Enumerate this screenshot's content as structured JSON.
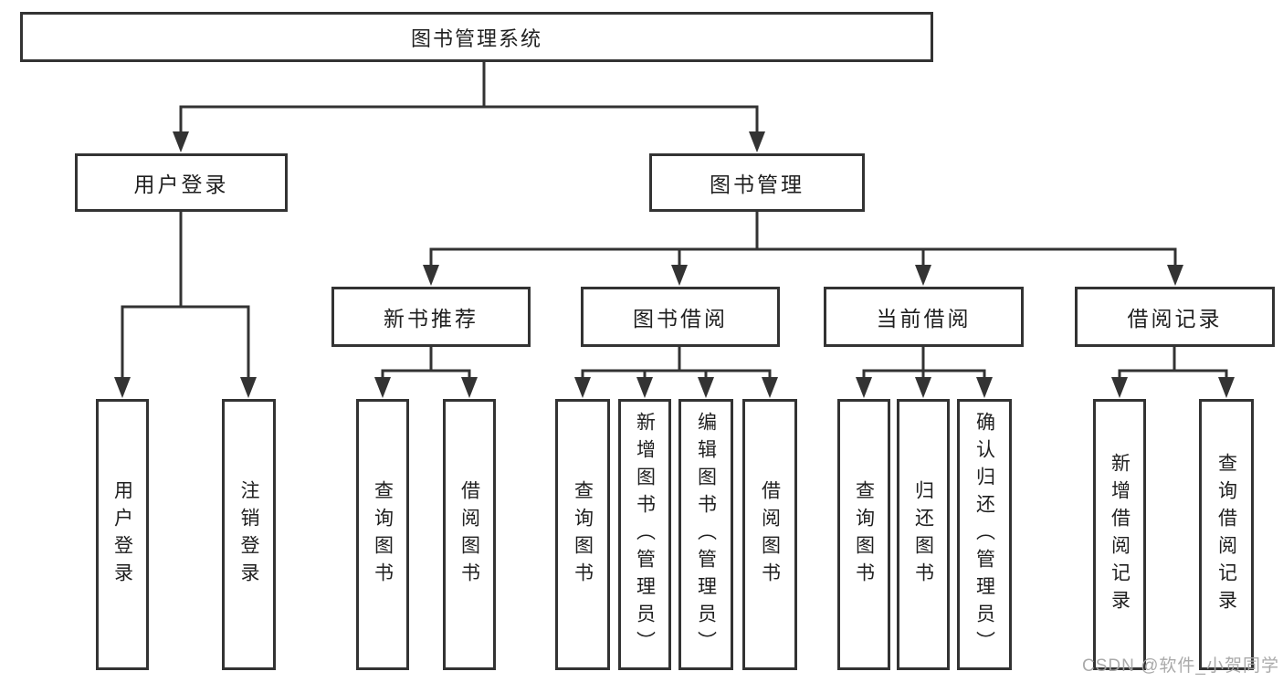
{
  "nodes": {
    "root": {
      "label": "图书管理系统"
    },
    "login": {
      "label": "用户登录"
    },
    "management": {
      "label": "图书管理"
    },
    "recommend": {
      "label": "新书推荐"
    },
    "borrow": {
      "label": "图书借阅"
    },
    "current": {
      "label": "当前借阅"
    },
    "records": {
      "label": "借阅记录"
    },
    "login_user": {
      "label": "用户登录"
    },
    "login_logout": {
      "label": "注销登录"
    },
    "rec_query": {
      "label": "查询图书"
    },
    "rec_borrow": {
      "label": "借阅图书"
    },
    "bor_query": {
      "label": "查询图书"
    },
    "bor_add": {
      "label": "新增图书（管理员）"
    },
    "bor_edit": {
      "label": "编辑图书（管理员）"
    },
    "bor_borrow": {
      "label": "借阅图书"
    },
    "cur_query": {
      "label": "查询图书"
    },
    "cur_return": {
      "label": "归还图书"
    },
    "cur_confirm": {
      "label": "确认归还（管理员）"
    },
    "rcd_add": {
      "label": "新增借阅记录"
    },
    "rcd_query": {
      "label": "查询借阅记录"
    }
  },
  "watermark": "CSDN @软件_小贺同学",
  "colors": {
    "line": "#333333",
    "box_border": "#333333",
    "text": "#1f1f1f",
    "watermark": "#a5a5a5",
    "background": "#ffffff"
  }
}
